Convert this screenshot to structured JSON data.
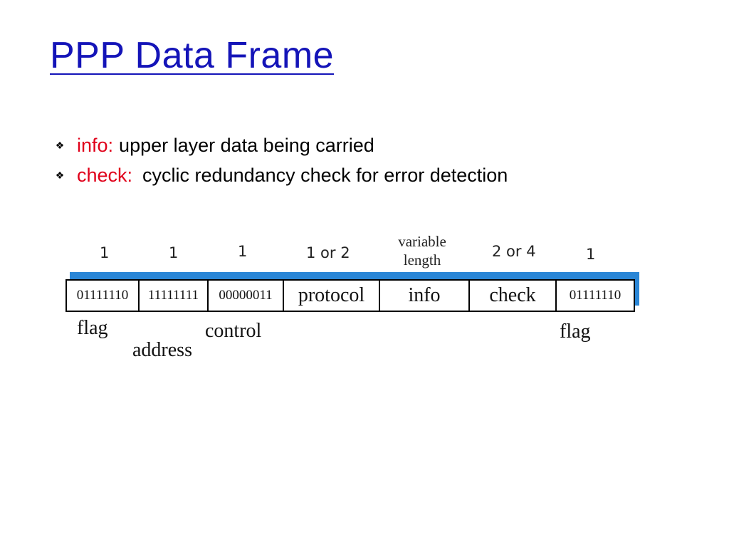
{
  "slide": {
    "title": "PPP Data Frame",
    "bullets": [
      {
        "term": "info:",
        "text": "upper layer data being carried"
      },
      {
        "term": "check:",
        "text": "cyclic redundancy check for error detection"
      }
    ]
  },
  "diagram": {
    "sizes": {
      "flag1": "1",
      "address": "1",
      "control": "1",
      "protocol": "1 or 2",
      "info_line1": "variable",
      "info_line2": "length",
      "check": "2 or 4",
      "flag2": "1"
    },
    "fields": {
      "flag1": "01111110",
      "address": "11111111",
      "control": "00000011",
      "protocol": "protocol",
      "info": "info",
      "check": "check",
      "flag2": "01111110"
    },
    "labels": {
      "flag1": "flag",
      "address": "address",
      "control": "control",
      "flag2": "flag"
    },
    "colors": {
      "title": "#1414b8",
      "term": "#e0001a",
      "band": "#2a86d6"
    }
  }
}
